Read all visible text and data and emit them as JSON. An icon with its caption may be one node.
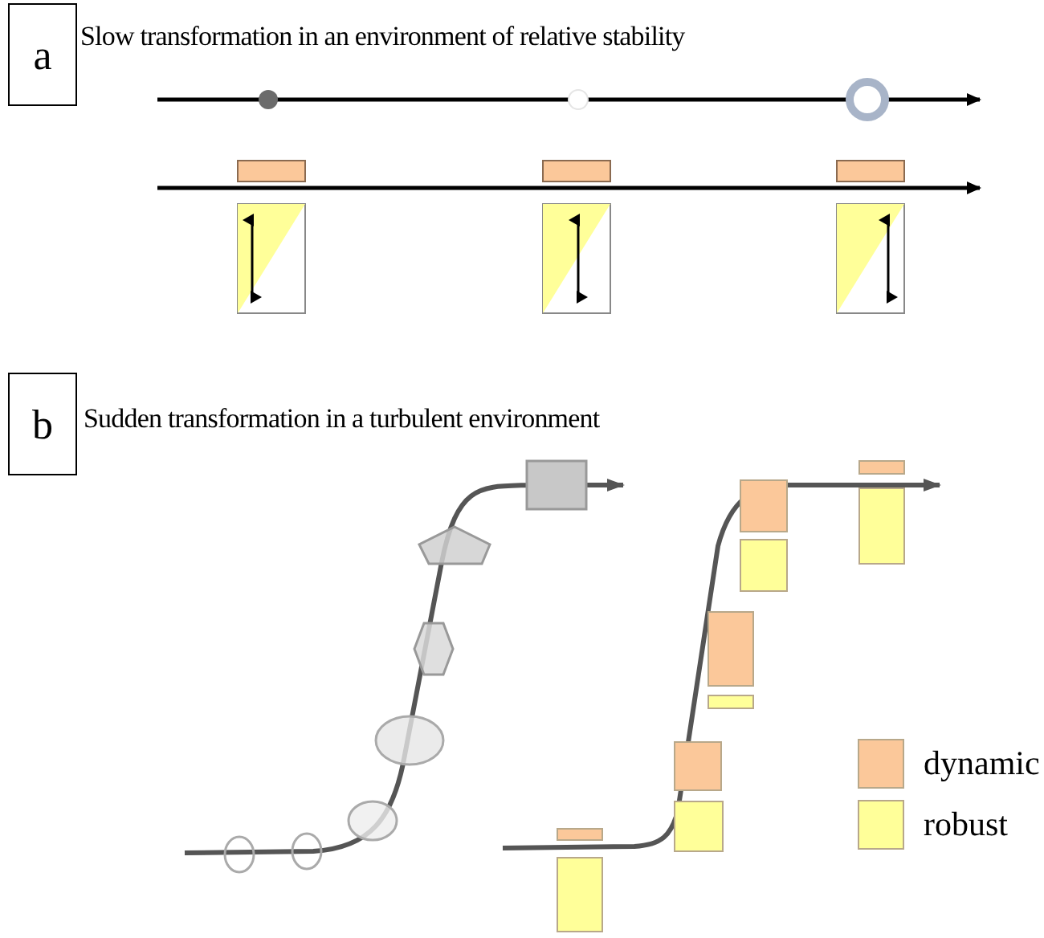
{
  "diagram": {
    "nodes": [
      {
        "text": [
          "a"
        ],
        "beside": [
          "Slow transformation in an environment of relative stability"
        ]
      },
      {
        "text": [
          "b"
        ],
        "beside": [
          "Sudden transformation in a turbulent environment"
        ]
      }
    ],
    "legend": [
      {
        "text": "dynamic",
        "color": "#fbc89a"
      },
      {
        "text": "robust",
        "color": "#ffff99"
      }
    ]
  }
}
